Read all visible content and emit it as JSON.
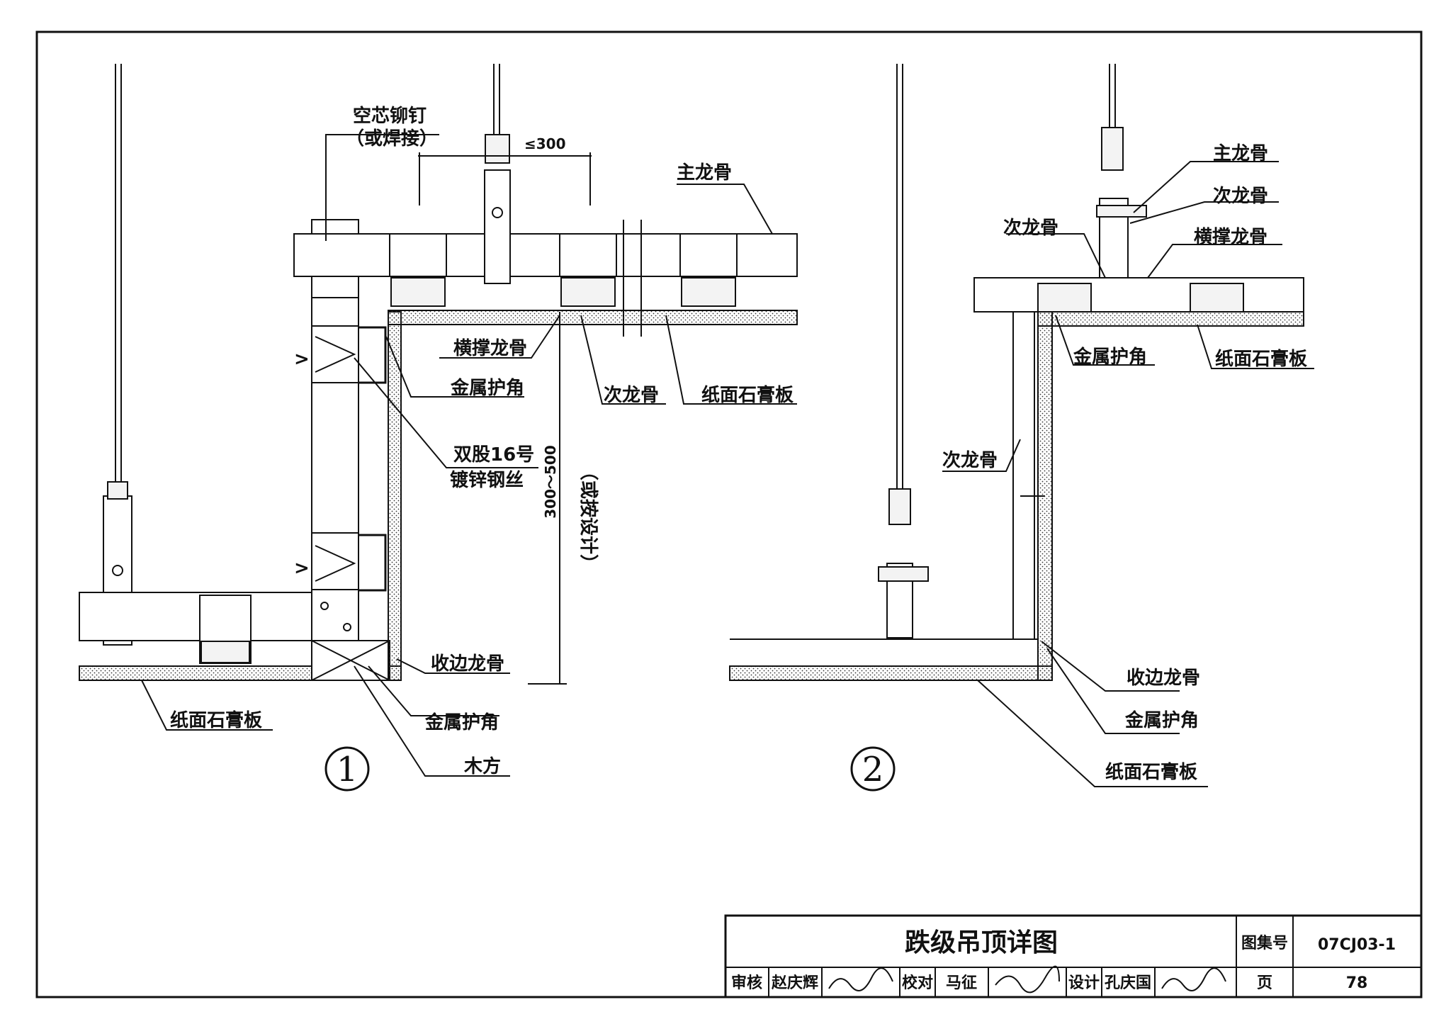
{
  "detail1": {
    "marker": "1",
    "labels": {
      "rivet": "空芯铆钉",
      "rivet_note": "（或焊接）",
      "spacing": "≤300",
      "main_keel": "主龙骨",
      "cross_keel": "横撑龙骨",
      "corner_guard_top": "金属护角",
      "secondary_keel": "次龙骨",
      "gypsum_top": "纸面石膏板",
      "wire": "双股16号",
      "wire2": "镀锌钢丝",
      "height_dim": "300～500",
      "height_note": "（或按设计）",
      "edge_keel": "收边龙骨",
      "corner_guard_bottom": "金属护角",
      "wood": "木方",
      "gypsum_bottom": "纸面石膏板"
    }
  },
  "detail2": {
    "marker": "2",
    "labels": {
      "main_keel": "主龙骨",
      "secondary_keel_top": "次龙骨",
      "secondary_keel_left": "次龙骨",
      "cross_keel": "横撑龙骨",
      "corner_guard_top": "金属护角",
      "gypsum_top": "纸面石膏板",
      "secondary_keel_mid": "次龙骨",
      "edge_keel": "收边龙骨",
      "corner_guard_bottom": "金属护角",
      "gypsum_bottom": "纸面石膏板"
    }
  },
  "title_block": {
    "title": "跌级吊顶详图",
    "atlas_label": "图集号",
    "atlas_no": "07CJ03-1",
    "review_label": "审核",
    "reviewer": "赵庆辉",
    "check_label": "校对",
    "checker": "马征",
    "design_label": "设计",
    "designer": "孔庆国",
    "page_label": "页",
    "page_no": "78"
  }
}
